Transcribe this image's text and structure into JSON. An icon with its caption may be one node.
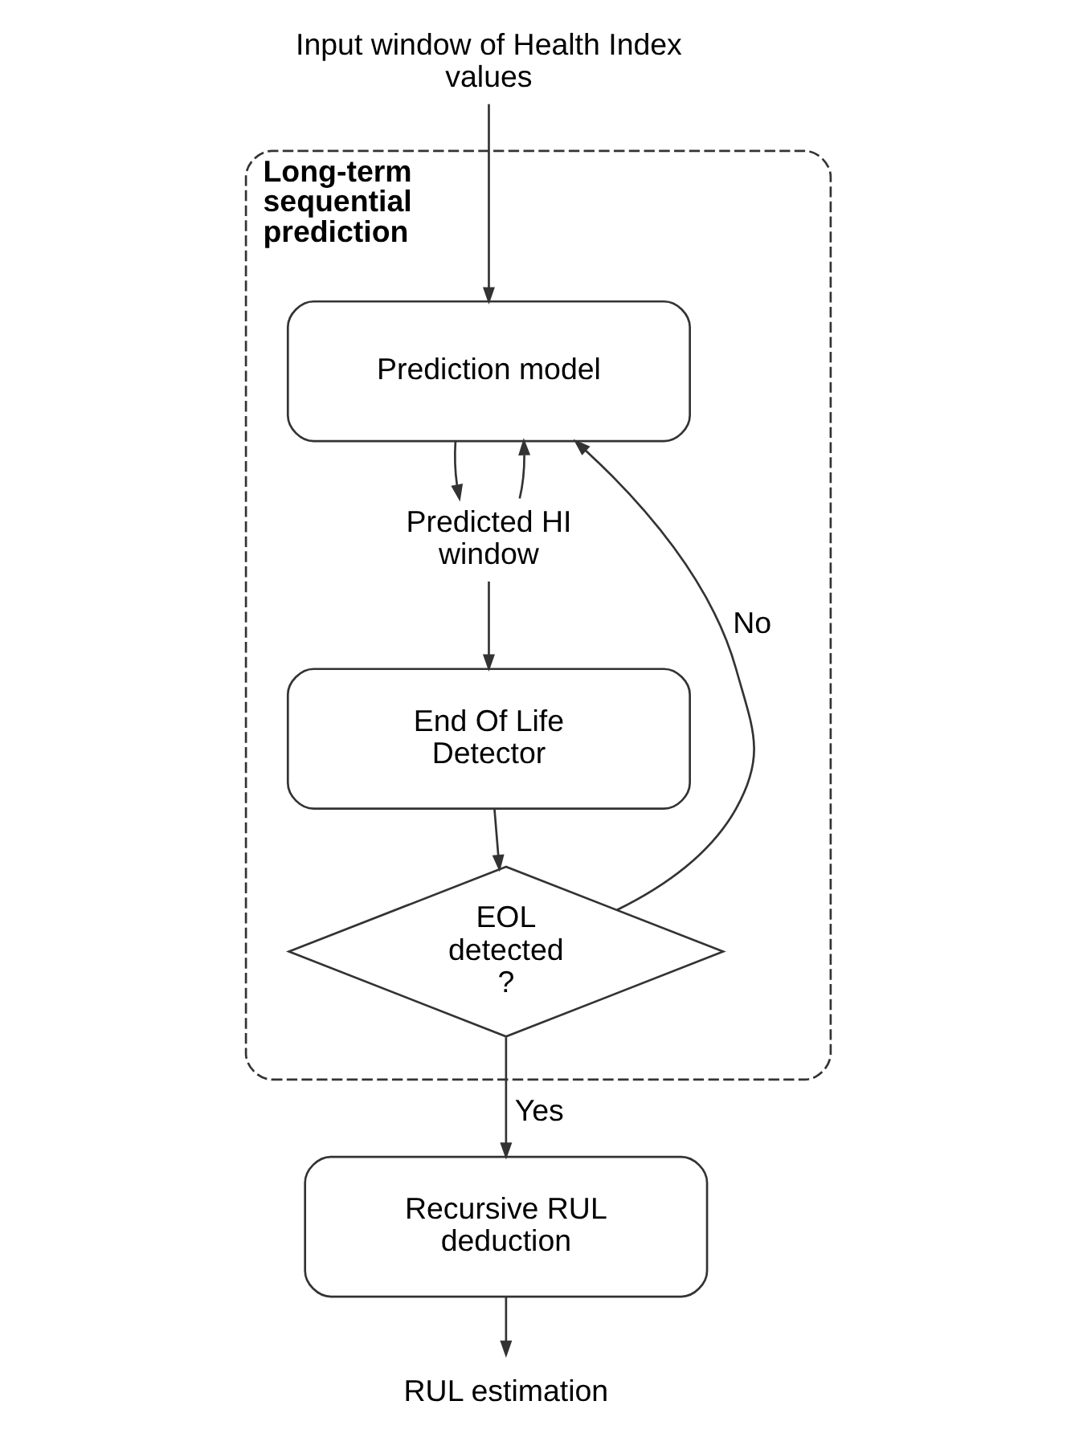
{
  "diagram": {
    "nodes": [
      {
        "text": [
          "Long-term sequential prediction"
        ]
      },
      {
        "text": [
          "Input window of Health Index values"
        ]
      },
      {
        "text": [
          "Prediction model"
        ],
        "in": 0
      },
      {
        "text": [
          "Predicted HI window"
        ],
        "in": 0
      },
      {
        "text": [
          "End Of Life Detector"
        ],
        "in": 0
      },
      {
        "text": [
          "EOL detected ?"
        ],
        "in": 0
      },
      {
        "text": [
          "Recursive RUL deduction"
        ]
      },
      {
        "text": [
          "RUL estimation"
        ]
      }
    ],
    "edges": [
      {
        "from": 1,
        "to": 2,
        "arrow": "to"
      },
      {
        "from": 2,
        "to": 3,
        "arrow": "to"
      },
      {
        "from": 3,
        "to": 2,
        "arrow": "to"
      },
      {
        "from": 3,
        "to": 4,
        "arrow": "to"
      },
      {
        "from": 4,
        "to": 5,
        "arrow": "to"
      },
      {
        "from": 5,
        "to": 2,
        "arrow": "to",
        "label": "No"
      },
      {
        "from": 5,
        "to": 6,
        "arrow": "to",
        "label": "Yes"
      },
      {
        "from": 6,
        "to": 7,
        "arrow": "to"
      }
    ]
  }
}
